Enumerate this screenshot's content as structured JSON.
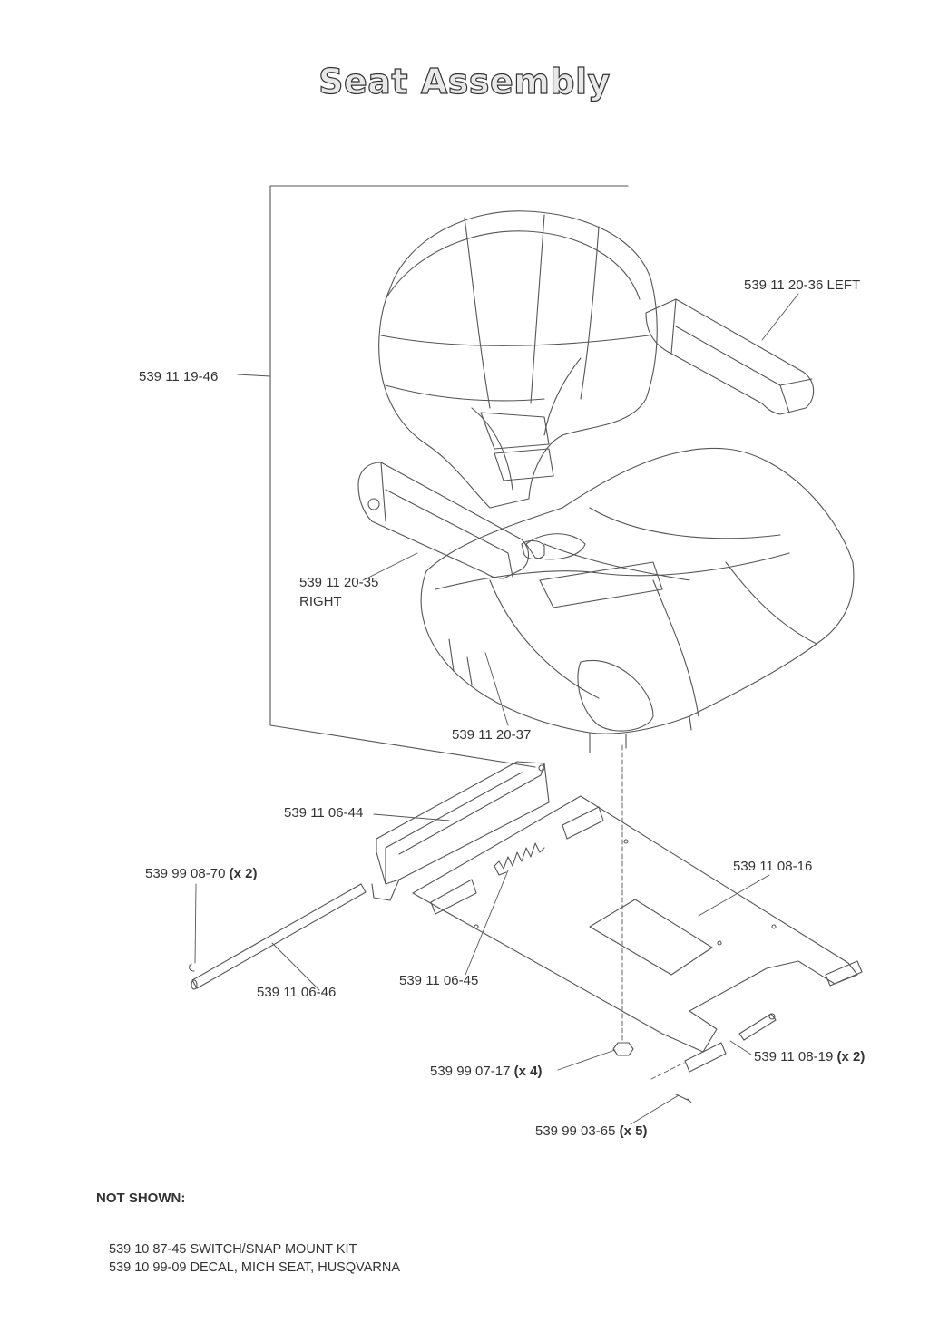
{
  "title": "Seat Assembly",
  "callouts": {
    "seat_complete": {
      "part": "539 11 19-46"
    },
    "armrest_left": {
      "part": "539 11 20-36",
      "side": "LEFT"
    },
    "armrest_right": {
      "part": "539 11 20-35",
      "side": "RIGHT"
    },
    "seat_pan_part": {
      "part": "539 11 20-37"
    },
    "slide_rail": {
      "part": "539 11 06-44"
    },
    "clip": {
      "part": "539 99 08-70",
      "qty": "(x 2)"
    },
    "base_plate": {
      "part": "539 11 08-16"
    },
    "hinge_rod": {
      "part": "539 11 06-46"
    },
    "spring": {
      "part": "539 11 06-45"
    },
    "nut": {
      "part": "539 99 07-17",
      "qty": "(x 4)"
    },
    "pin": {
      "part": "539 11 08-19",
      "qty": "(x 2)"
    },
    "cotter_pin": {
      "part": "539 99 03-65",
      "qty": "(x 5)"
    }
  },
  "not_shown": {
    "heading": "NOT SHOWN:",
    "items": [
      {
        "text": "539 10 87-45  SWITCH/SNAP MOUNT KIT"
      },
      {
        "text": "539 10 99-09  DECAL, MICH SEAT, HUSQVARNA"
      }
    ]
  }
}
